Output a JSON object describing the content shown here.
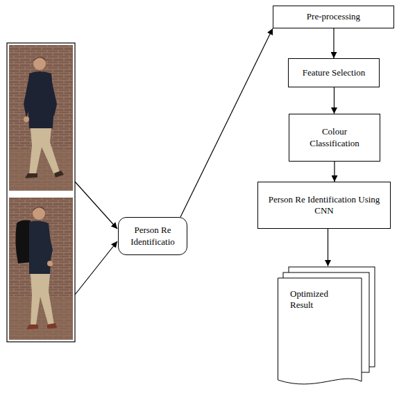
{
  "diagram": {
    "nodes": [
      {
        "text": [
          "Person Re Identificatio"
        ]
      },
      {
        "text": [
          "Pre-processing"
        ]
      },
      {
        "text": [
          "Feature Selection"
        ]
      },
      {
        "text": [
          "Colour Classification"
        ]
      },
      {
        "text": [
          "Person Re Identification Using CNN"
        ]
      },
      {
        "text": [
          "Optimized Result"
        ]
      }
    ],
    "edges": [
      {
        "from": 0,
        "to": 1,
        "arrow": "to"
      },
      {
        "from": 1,
        "to": 2,
        "arrow": "to"
      },
      {
        "from": 2,
        "to": 3,
        "arrow": "to"
      },
      {
        "from": 3,
        "to": 4,
        "arrow": "to"
      },
      {
        "from": 4,
        "to": 5,
        "arrow": "to"
      }
    ]
  }
}
